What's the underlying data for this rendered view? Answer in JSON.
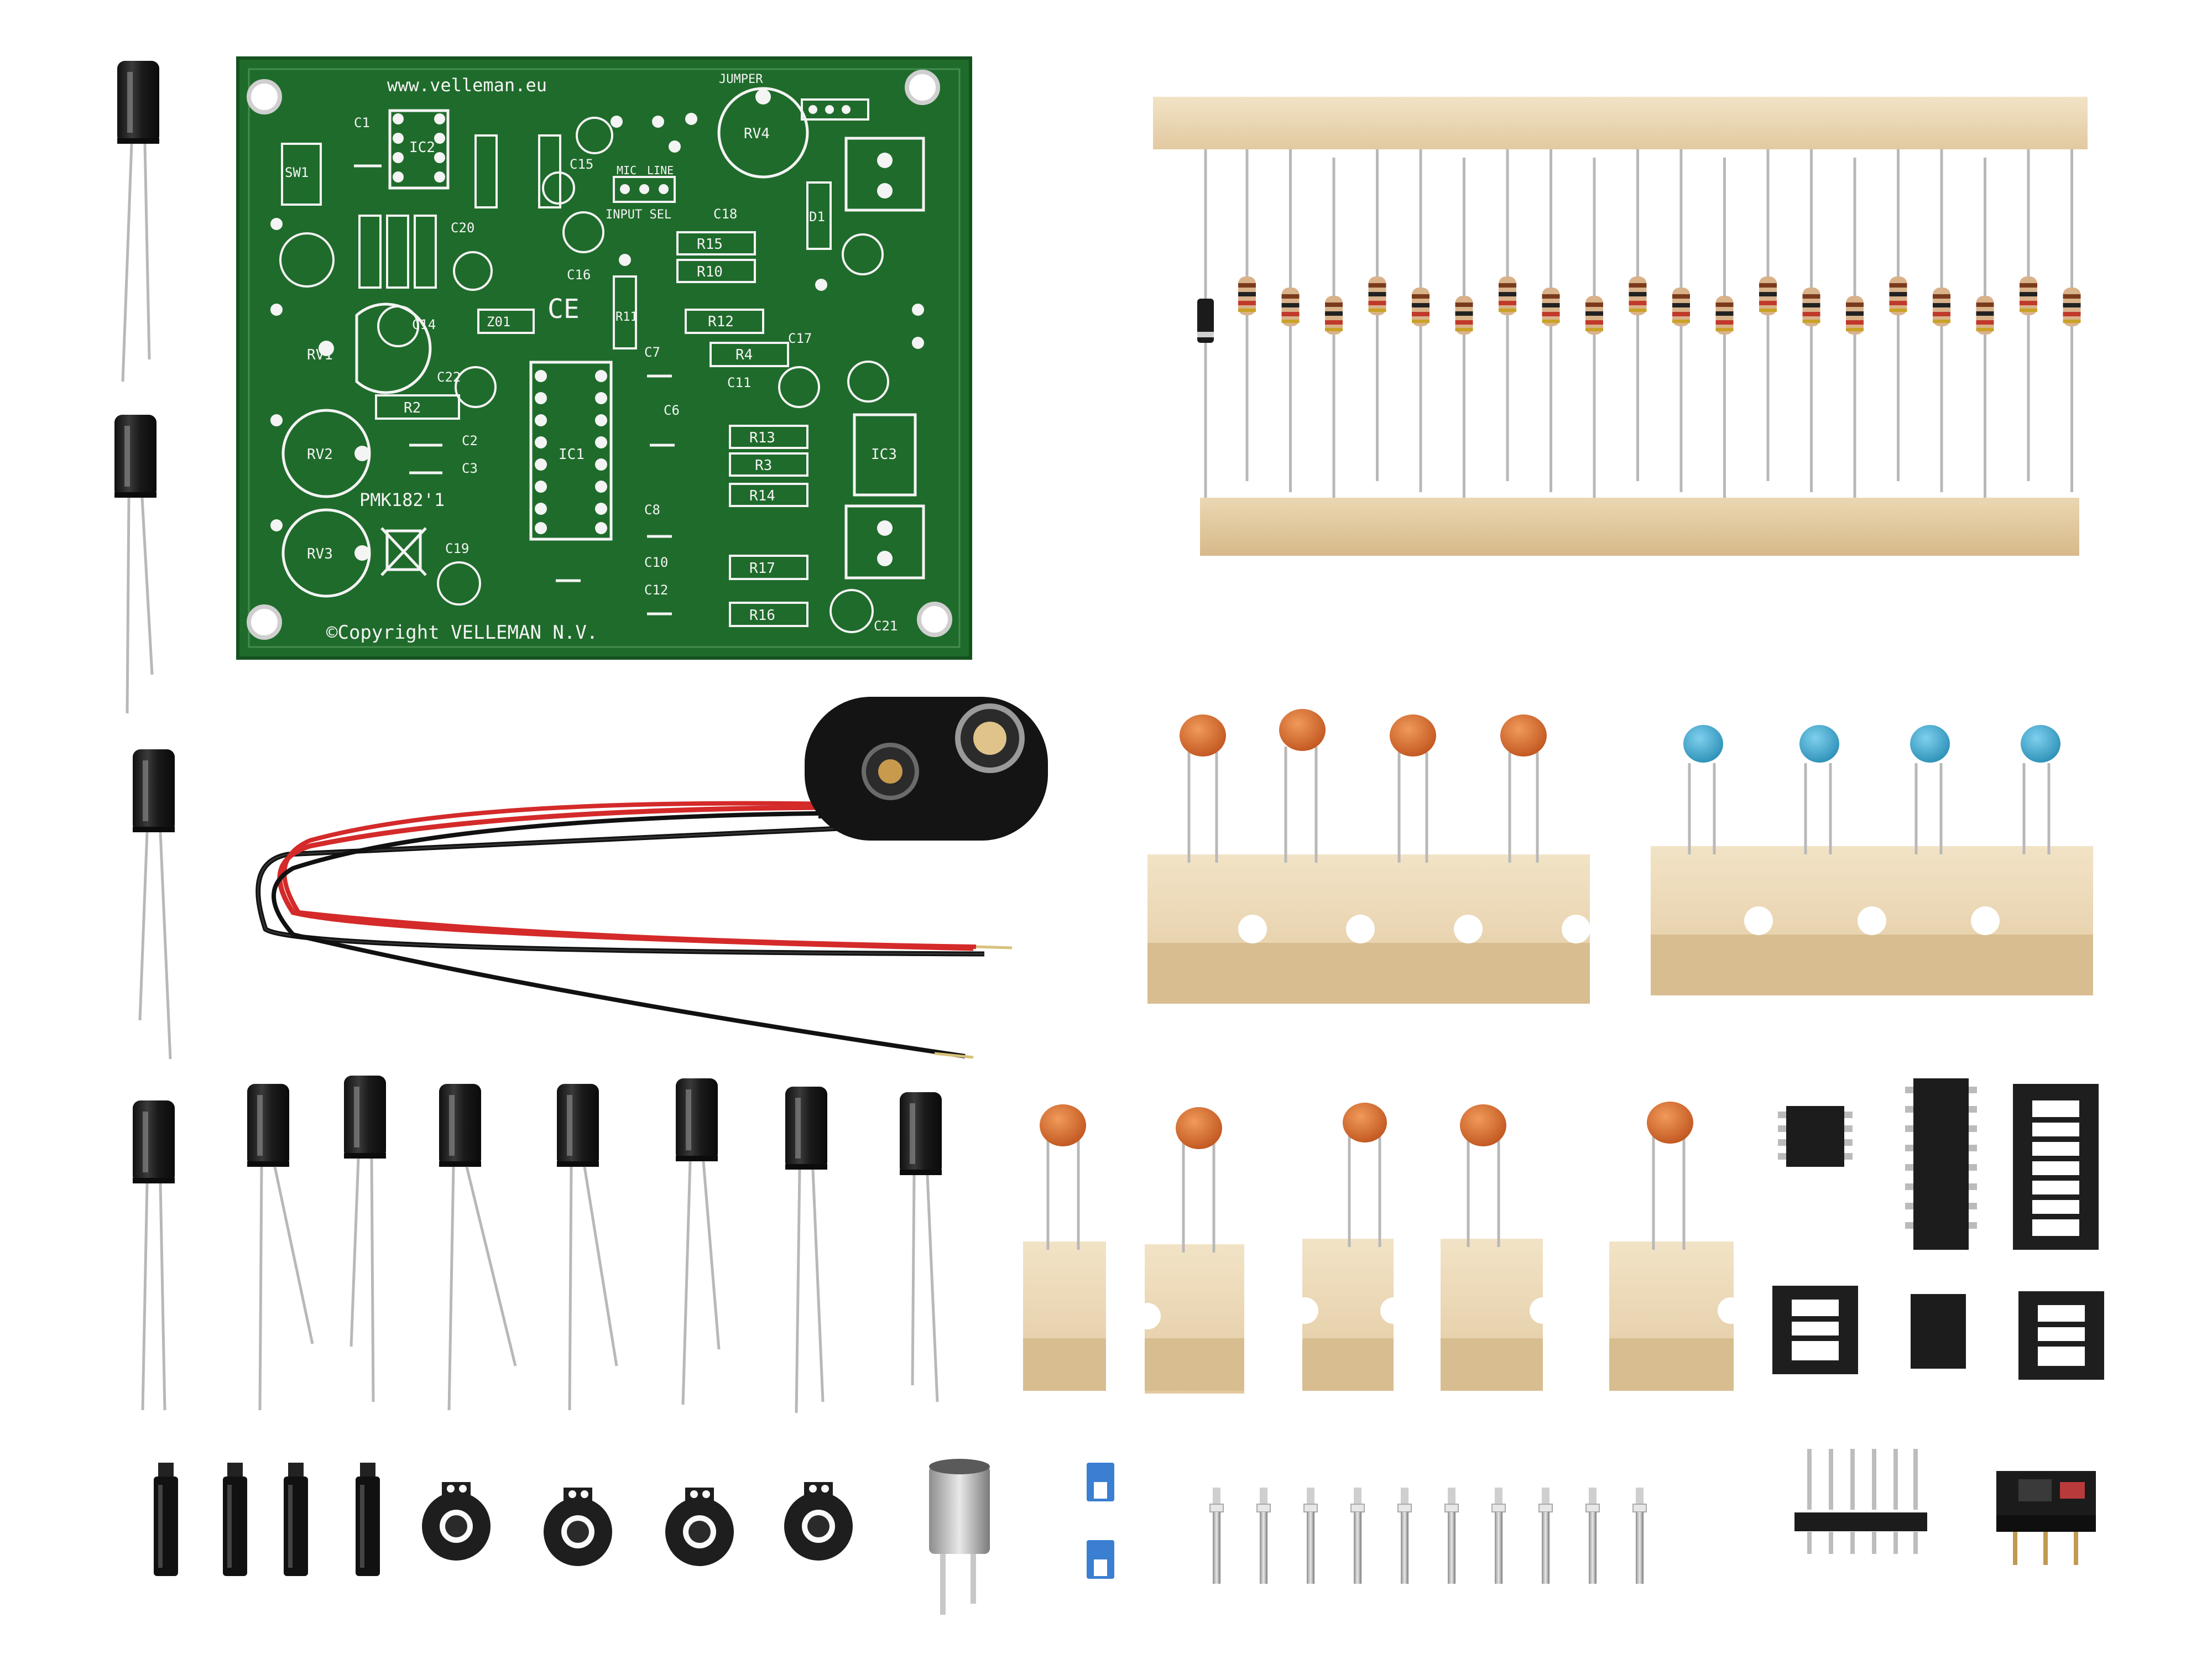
{
  "pcb": {
    "url_text": "www.velleman.eu",
    "copyright_text": "©Copyright VELLEMAN N.V.",
    "model_text": "PMK182'1",
    "ce_mark": "CE",
    "labels": {
      "r2": "R2",
      "r3": "R3",
      "r4": "R4",
      "r10": "R10",
      "r11": "R11",
      "r12": "R12",
      "r13": "R13",
      "r14": "R14",
      "r15": "R15",
      "r16": "R16",
      "r17": "R17",
      "c1": "C1",
      "c2": "C2",
      "c3": "C3",
      "c6": "C6",
      "c7": "C7",
      "c8": "C8",
      "c10": "C10",
      "c11": "C11",
      "c12": "C12",
      "c14": "C14",
      "c15": "C15",
      "c16": "C16",
      "c17": "C17",
      "c18": "C18",
      "c19": "C19",
      "c20": "C20",
      "c21": "C21",
      "c22": "C22",
      "ic1": "IC1",
      "ic2": "IC2",
      "ic3": "IC3",
      "d1": "D1",
      "sw1": "SW1",
      "rv1": "RV1",
      "rv2": "RV2",
      "rv3": "RV3",
      "rv4": "RV4",
      "z": "Z01",
      "input": "INPUT SEL",
      "jumper": "JUMPER",
      "mic": "MIC",
      "line": "LINE"
    }
  },
  "colors": {
    "pcb_green": "#1f6b2b",
    "silkscreen": "#f4f4f4",
    "paper_tape": "#e9d6b3",
    "ceramic_orange": "#d2692c",
    "ceramic_blue": "#3aa3c9",
    "component_black": "#1c1c1c",
    "wire_red": "#d42a2a"
  },
  "icons": {
    "pcb": "circuit-board-icon",
    "resistor": "resistor-icon",
    "capacitor": "capacitor-icon",
    "battery_clip": "battery-clip-icon",
    "ic": "chip-icon",
    "trimmer": "potentiometer-icon",
    "microphone": "microphone-icon",
    "switch": "slide-switch-icon",
    "header": "pin-header-icon"
  }
}
